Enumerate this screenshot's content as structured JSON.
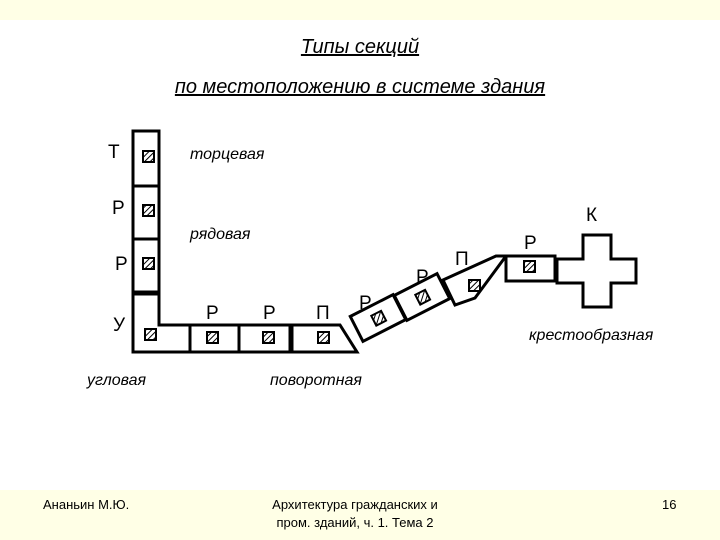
{
  "slide": {
    "title_line1": "Типы секций",
    "title_line2": "по местоположению в системе здания"
  },
  "labels": {
    "end": "торцевая",
    "row": "рядовая",
    "corner": "угловая",
    "turn": "поворотная",
    "cross": "крестообразная"
  },
  "letters": {
    "t": "Т",
    "r": "Р",
    "u": "У",
    "p": "П",
    "k": "К"
  },
  "footer": {
    "author": "Ананьин М.Ю.",
    "course_line1": "Архитектура гражданских и",
    "course_line2": "пром. зданий, ч. 1. Тема 2",
    "page": "16"
  },
  "colors": {
    "background": "#ffffff",
    "band": "#ffffe6",
    "ink": "#000000"
  }
}
